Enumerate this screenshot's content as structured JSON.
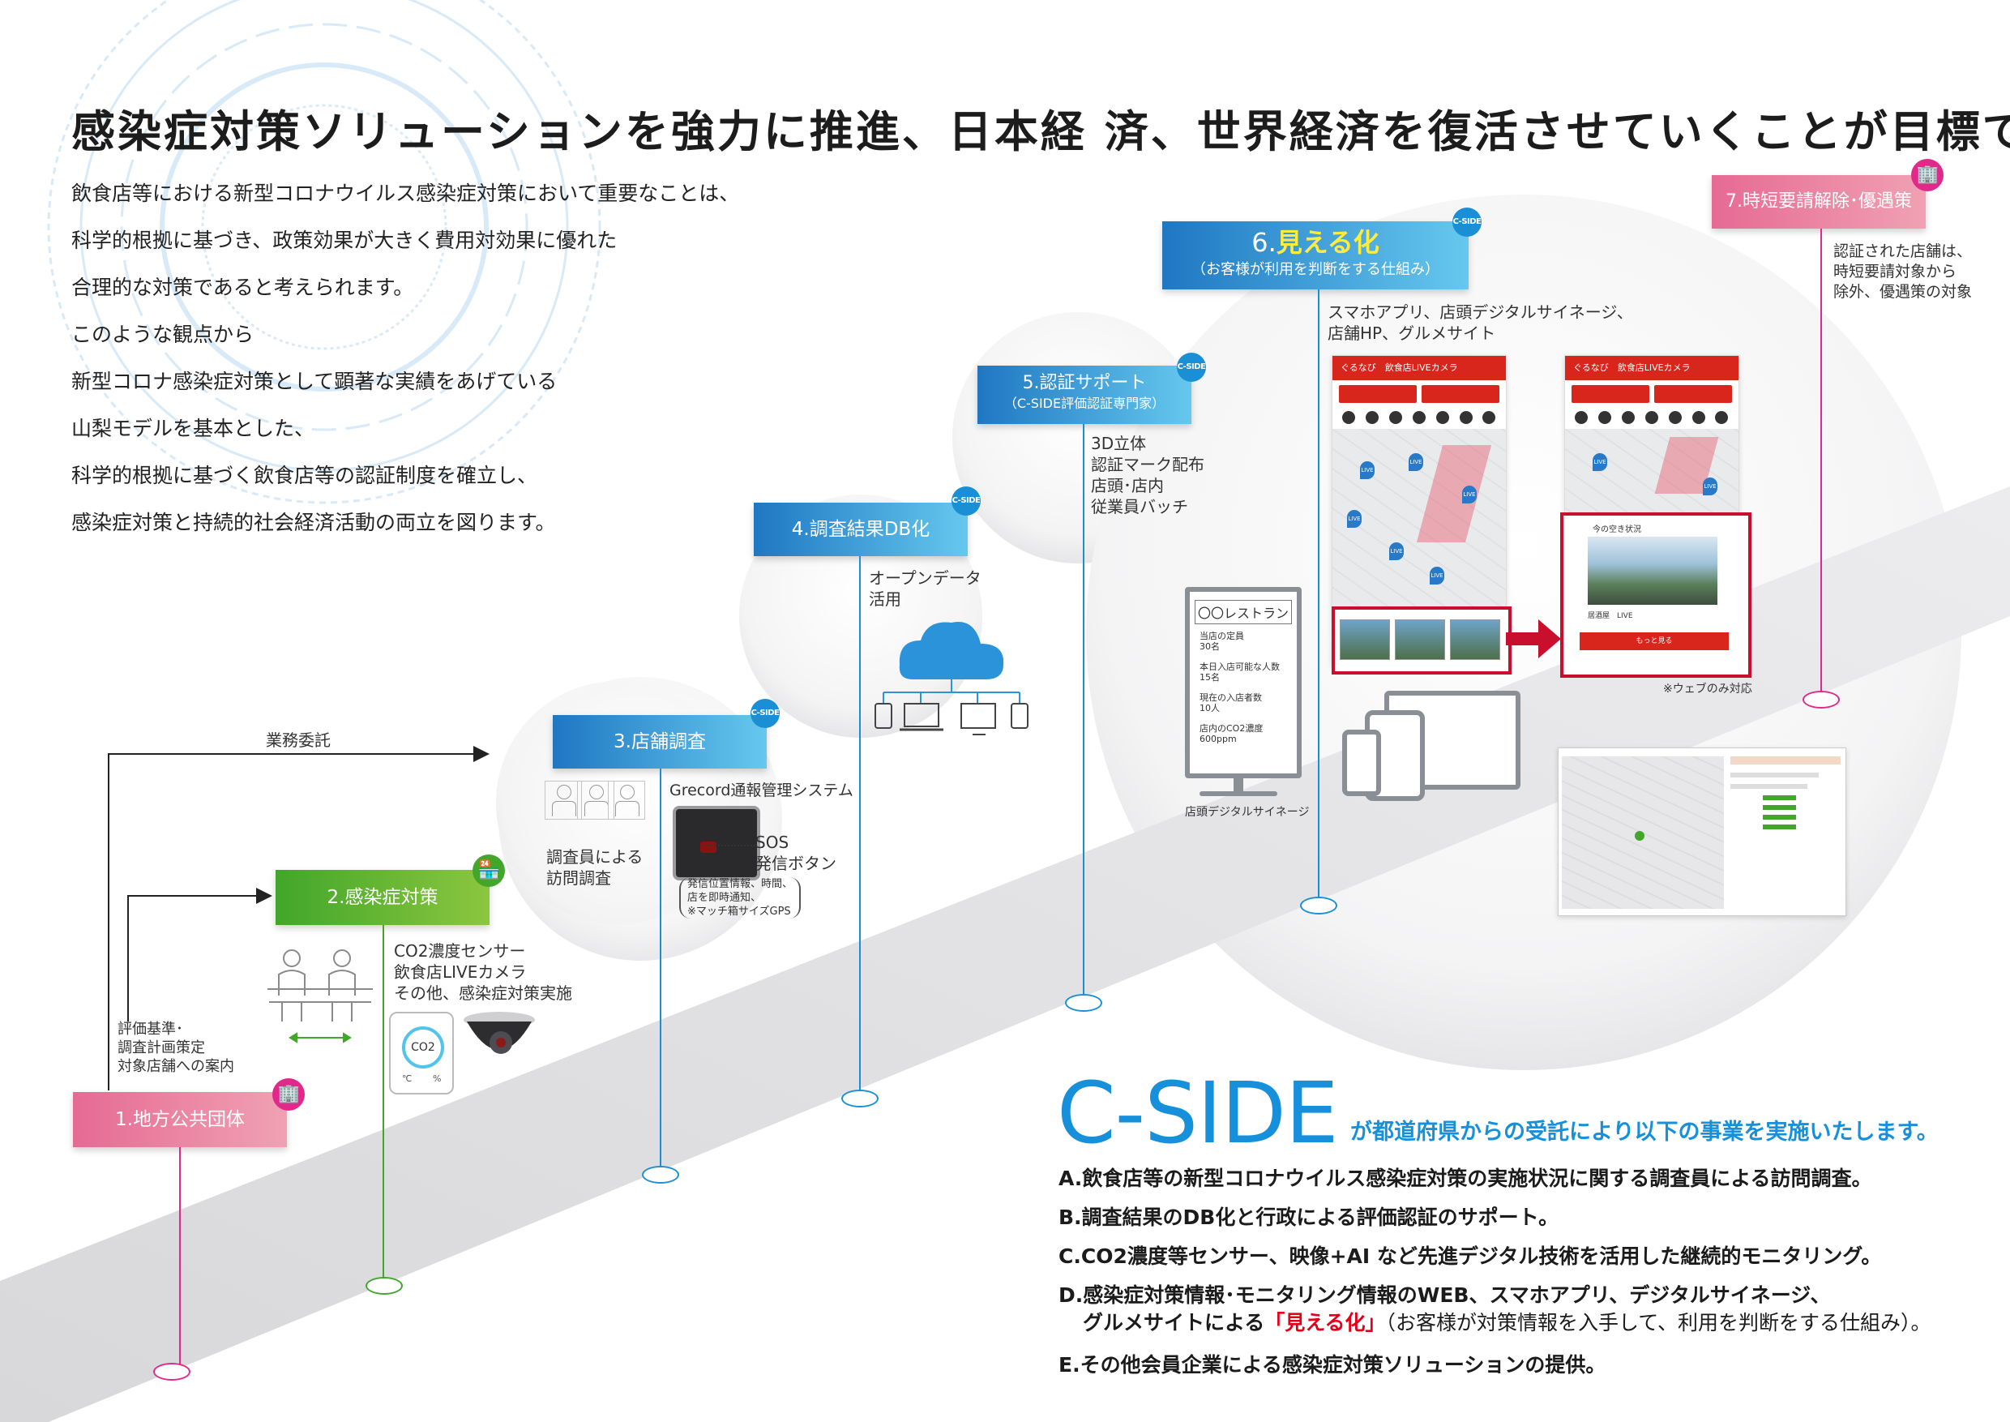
{
  "headline": "感染症対策ソリューションを強力に推進、日本経 済、世界経済を復活させていくことが目標です!",
  "intro": [
    "飲食店等における新型コロナウイルス感染症対策において重要なことは、",
    "科学的根拠に基づき、政策効果が大きく費用対効果に優れた",
    "合理的な対策であると考えられます。",
    "このような観点から",
    "新型コロナ感染症対策として顕著な実績をあげている",
    "山梨モデルを基本とした、",
    "科学的根拠に基づく飲食店等の認証制度を確立し、",
    "感染症対策と持続的社会経済活動の両立を図ります。"
  ],
  "colors": {
    "pink_start": "#e66a94",
    "pink_end": "#f0a1b3",
    "green_start": "#41a62a",
    "green_end": "#8cc63f",
    "blue_start": "#1f77c2",
    "blue_end": "#66c8ee",
    "cside_blue": "#1790dc",
    "emphasis_red": "#e3001b"
  },
  "steps": {
    "s1": {
      "label": "1.地方公共団体",
      "badge_icon": "building-icon"
    },
    "s2": {
      "label": "2.感染症対策",
      "badge_icon": "shop-icon"
    },
    "s3": {
      "label": "3.店舗調査",
      "badge": "C-SIDE"
    },
    "s4": {
      "label": "4.調査結果DB化",
      "badge": "C-SIDE"
    },
    "s5": {
      "label": "5.認証サポート",
      "sub": "（C-SIDE評価認証専門家）",
      "badge": "C-SIDE"
    },
    "s6": {
      "label_prefix": "6.",
      "label_em": "見える化",
      "sub": "（お客様が利用を判断をする仕組み）",
      "badge": "C-SIDE"
    },
    "s7": {
      "label": "7.時短要請解除･優遇策",
      "badge_icon": "building-icon"
    }
  },
  "flow": {
    "commission": "業務委託",
    "s1_desc": [
      "評価基準･",
      "調査計画策定",
      "対象店舗への案内"
    ]
  },
  "s2_detail": {
    "desc": [
      "CO2濃度センサー",
      "飲食店LIVEカメラ",
      "その他、感染症対策実施"
    ],
    "sensor_label": "CO2",
    "sensor_units": [
      "℃",
      "%"
    ]
  },
  "s3_detail": {
    "visit": [
      "調査員による",
      "訪問調査"
    ],
    "system": "Grecord通報管理システム",
    "sos": [
      "SOS",
      "発信ボタン"
    ],
    "notes": [
      "発信位置情報、時間、",
      "店を即時通知、",
      "※マッチ箱サイズGPS"
    ]
  },
  "s4_detail": {
    "desc": [
      "オープンデータ",
      "活用"
    ]
  },
  "s5_detail": {
    "desc": [
      "3D立体",
      "認証マーク配布",
      "店頭･店内",
      "従業員バッチ"
    ]
  },
  "s6_detail": {
    "desc": [
      "スマホアプリ、店頭デジタルサイネージ、",
      "店舗HP、グルメサイト"
    ],
    "signage": {
      "title": "〇〇レストラン",
      "lines": [
        [
          "当店の定員",
          "30名"
        ],
        [
          "本日入店可能な人数",
          "15名"
        ],
        [
          "現在の入店者数",
          "10人"
        ],
        [
          "店内のCO2濃度",
          "600ppm"
        ]
      ],
      "caption": "店頭デジタルサイネージ"
    },
    "app_title": "飲食店LIVEカメラ",
    "app_logo": "ぐるなび",
    "popup_title": "今の空き状況",
    "popup_shop": "居酒屋　LIVE",
    "popup_button": "もっと見る",
    "web_only": "※ウェブのみ対応"
  },
  "s7_detail": {
    "desc": [
      "認証された店舗は、",
      "時短要請対象から",
      "除外、優遇策の対象"
    ]
  },
  "cside": {
    "name": "C-SIDE",
    "subtitle": "が都道府県からの受託により以下の事業を実施いたします。",
    "items": [
      "A.飲食店等の新型コロナウイルス感染症対策の実施状況に関する調査員による訪問調査。",
      "B.調査結果のDB化と行政による評価認証のサポート。",
      "C.CO2濃度等センサー、映像+AI など先進デジタル技術を活用した継続的モニタリング。",
      "D.感染症対策情報･モニタリング情報のWEB、スマホアプリ、デジタルサイネージ、"
    ],
    "item_d2_prefix": "グルメサイトによる",
    "item_d2_em": "「見える化」",
    "item_d2_suffix": "（お客様が対策情報を入手して、利用を判断をする仕組み）。",
    "item_e": "E.その他会員企業による感染症対策ソリューションの提供。"
  }
}
